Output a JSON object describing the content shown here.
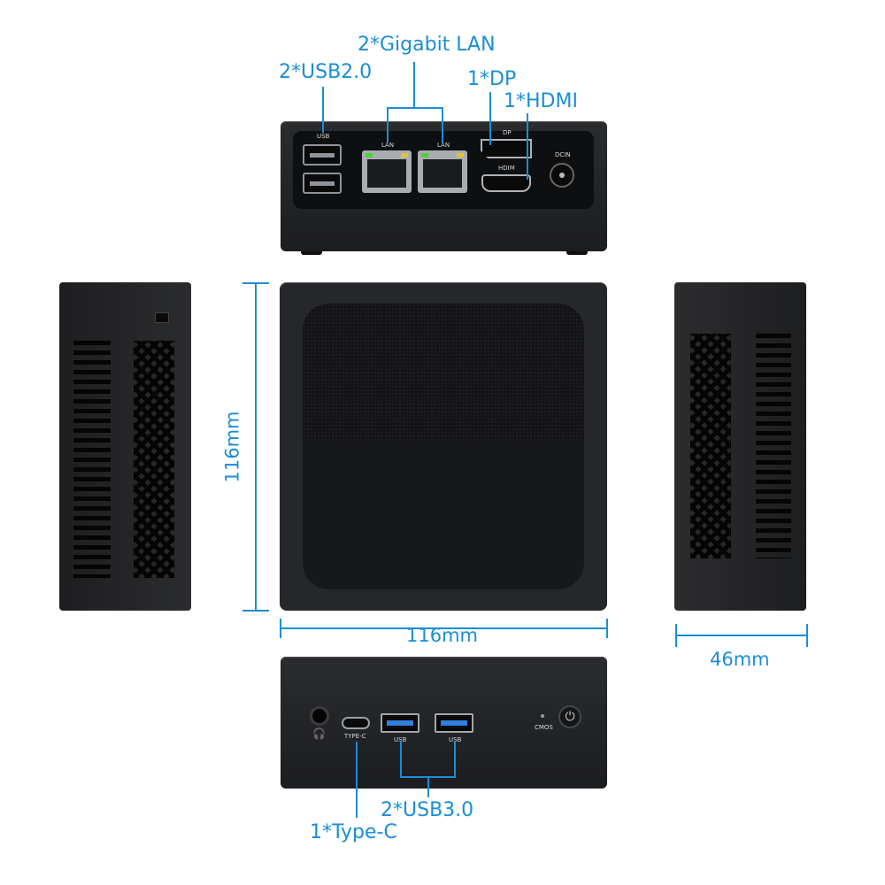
{
  "callouts": {
    "gigabit_lan": "2*Gigabit LAN",
    "usb2": "2*USB2.0",
    "dp": "1*DP",
    "hdmi": "1*HDMI",
    "usb3": "2*USB3.0",
    "typec": "1*Type-C"
  },
  "rear_labels": {
    "usb": "USB",
    "lan1": "LAN",
    "lan2": "LAN",
    "dp": "DP",
    "hdmi": "HDIM",
    "dcin": "DCIN"
  },
  "front_labels": {
    "typec": "TYPE-C",
    "usb1": "USB",
    "usb2": "USB",
    "cmos": "CMOS"
  },
  "dimensions": {
    "height": "116mm",
    "width": "116mm",
    "depth": "46mm"
  },
  "colors": {
    "accent": "#1a8ed6",
    "body": "#1c1d20",
    "lan_led_green": "#4cd137",
    "lan_led_yellow": "#e1c23a",
    "usb3_blue": "#2f7fe0"
  },
  "icons": {
    "power": "power-icon",
    "headset": "headset-icon"
  }
}
